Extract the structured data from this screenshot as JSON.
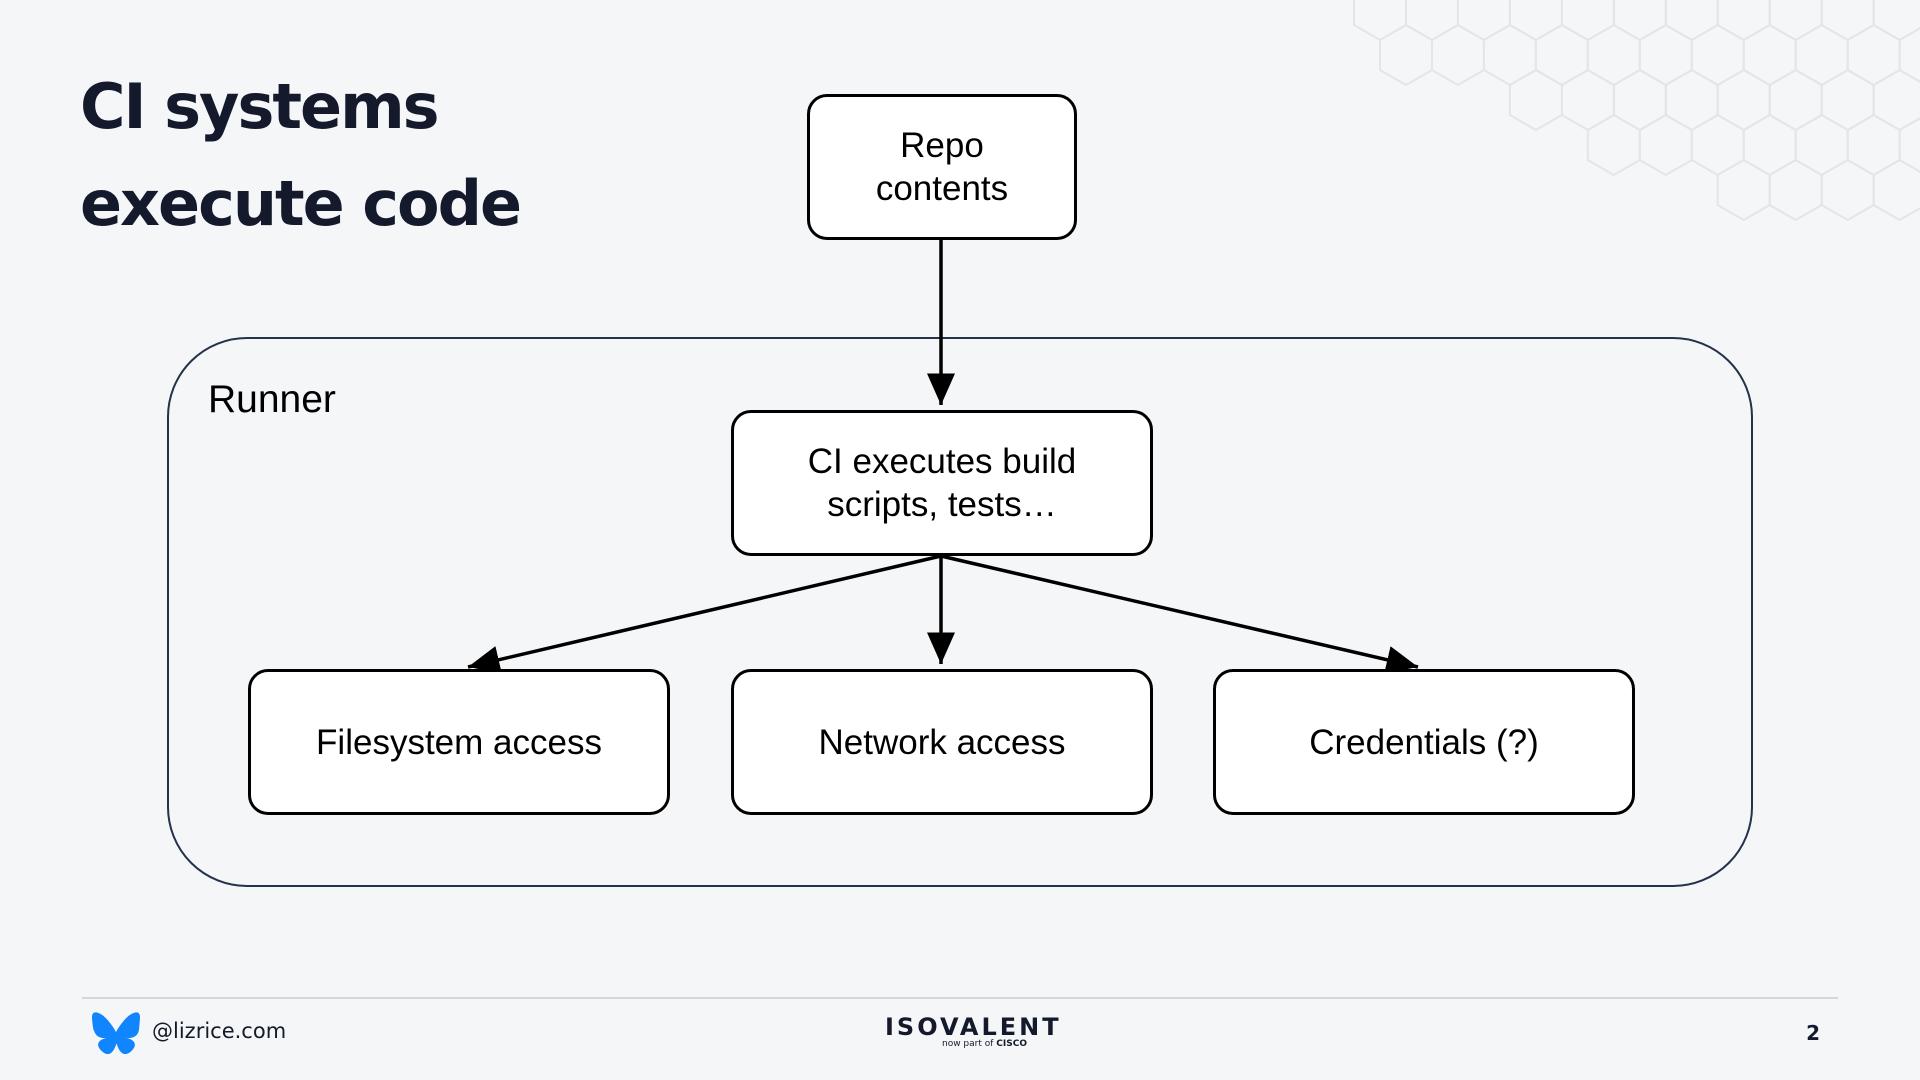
{
  "slide": {
    "title_line1": "CI systems",
    "title_line2": "execute code"
  },
  "diagram": {
    "container_label": "Runner",
    "nodes": {
      "repo": "Repo\ncontents",
      "ci": "CI executes build\nscripts, tests…",
      "filesystem": "Filesystem access",
      "network": "Network access",
      "credentials": "Credentials (?)"
    },
    "edges": [
      {
        "from": "repo",
        "to": "ci"
      },
      {
        "from": "ci",
        "to": "filesystem"
      },
      {
        "from": "ci",
        "to": "network"
      },
      {
        "from": "ci",
        "to": "credentials"
      }
    ]
  },
  "footer": {
    "handle": "@lizrice.com",
    "logo_text": "ISOVALENT",
    "logo_tagline_prefix": "now part of",
    "logo_tagline_brand": "CISCO",
    "page_number": "2",
    "social_icon": "bluesky-butterfly-icon"
  },
  "colors": {
    "background": "#f5f6f8",
    "title": "#141a2c",
    "runner_border": "#24324a",
    "bluesky": "#1185fe",
    "hex_pattern": "#e3e5ea"
  }
}
